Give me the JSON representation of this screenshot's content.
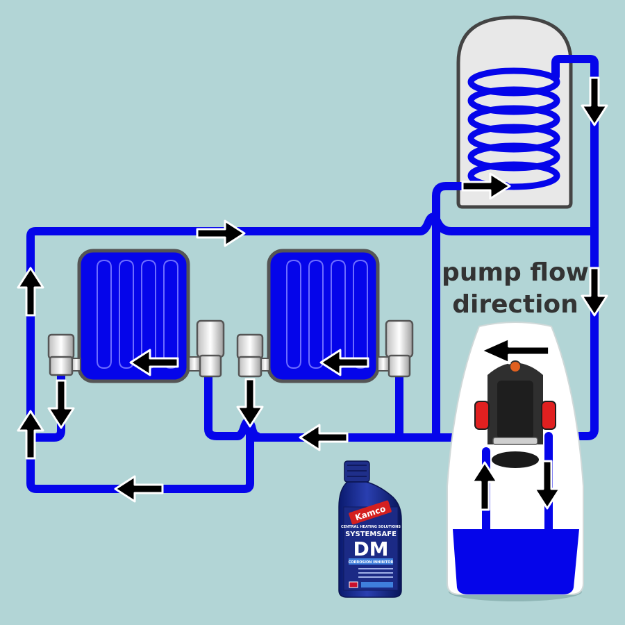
{
  "caption": {
    "line1": "pump flow",
    "line2": "direction"
  },
  "bottle": {
    "brand": "Kamco",
    "subtitle": "CENTRAL HEATING SOLUTIONS",
    "product": "SYSTEMSAFE",
    "code": "DM",
    "descriptor": "CORROSION INHIBITOR"
  },
  "colors": {
    "background": "#b2d5d6",
    "pipe": "#0505ea",
    "radiator": "#0505ea",
    "outline": "#444444",
    "arrow": "#000000",
    "valve_red": "#e02020"
  }
}
